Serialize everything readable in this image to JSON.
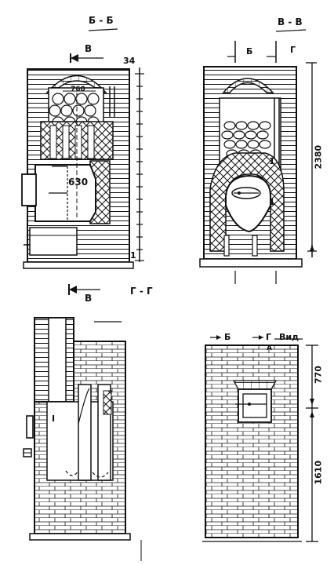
{
  "section_bb": {
    "title": "Б - Б",
    "arrow_top": "В",
    "arrow_bottom": "В",
    "dim_760": "760",
    "dim_630": "630",
    "scale_top": "34",
    "scale_bottom": "1"
  },
  "section_vv": {
    "title": "В - В",
    "mark_b": "Б",
    "mark_g": "Г",
    "dim_2380": "2380",
    "mark_1a": "1",
    "mark_1b": "1"
  },
  "section_gg": {
    "title": "Г - Г",
    "mark_i": "I"
  },
  "view_a": {
    "mark_b": "Б",
    "mark_g": "Г",
    "title": "Вид",
    "mark_a": "А",
    "dim_770": "770",
    "dim_1610": "1610"
  },
  "colors": {
    "ink": "#111111",
    "paper": "#ffffff"
  }
}
